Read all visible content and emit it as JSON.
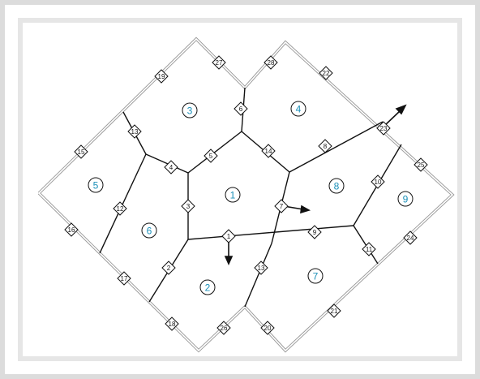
{
  "colors": {
    "cell_label": "#1a8fb8",
    "edge": "#111111",
    "boundary": "#8c8c8c",
    "background": "#e6e6e6"
  },
  "cells": [
    {
      "id": "1",
      "label": "1"
    },
    {
      "id": "2",
      "label": "2"
    },
    {
      "id": "3",
      "label": "3"
    },
    {
      "id": "4",
      "label": "4"
    },
    {
      "id": "5",
      "label": "5"
    },
    {
      "id": "6",
      "label": "6"
    },
    {
      "id": "7",
      "label": "7"
    },
    {
      "id": "8",
      "label": "8"
    },
    {
      "id": "9",
      "label": "9"
    }
  ],
  "edges": [
    {
      "id": "1",
      "label": "1"
    },
    {
      "id": "2",
      "label": "2"
    },
    {
      "id": "3",
      "label": "3"
    },
    {
      "id": "4",
      "label": "4"
    },
    {
      "id": "5",
      "label": "5"
    },
    {
      "id": "6",
      "label": "6"
    },
    {
      "id": "7",
      "label": "7"
    },
    {
      "id": "8",
      "label": "8"
    },
    {
      "id": "9",
      "label": "9"
    },
    {
      "id": "10",
      "label": "10"
    },
    {
      "id": "11",
      "label": "11"
    },
    {
      "id": "12",
      "label": "12"
    },
    {
      "id": "13",
      "label": "13"
    },
    {
      "id": "14",
      "label": "14"
    },
    {
      "id": "15",
      "label": "13"
    },
    {
      "id": "16",
      "label": "15"
    },
    {
      "id": "17",
      "label": "16"
    },
    {
      "id": "18",
      "label": "17"
    },
    {
      "id": "19",
      "label": "18"
    },
    {
      "id": "20",
      "label": "19"
    },
    {
      "id": "21",
      "label": "20"
    },
    {
      "id": "22",
      "label": "21"
    },
    {
      "id": "23",
      "label": "22"
    },
    {
      "id": "24",
      "label": "23"
    },
    {
      "id": "25",
      "label": "24"
    },
    {
      "id": "26",
      "label": "25"
    },
    {
      "id": "27",
      "label": "26"
    },
    {
      "id": "28",
      "label": "27"
    },
    {
      "id": "29",
      "label": "28"
    }
  ]
}
